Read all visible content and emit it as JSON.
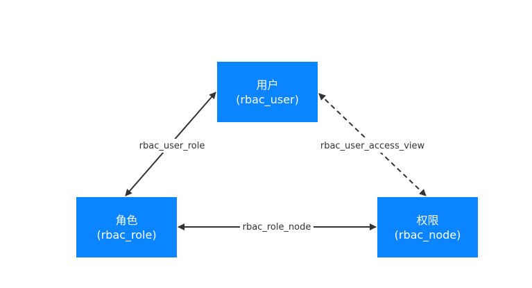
{
  "colors": {
    "node_fill": "#0a84ff",
    "node_text": "#ffffff",
    "edge": "#333333",
    "background": "#ffffff"
  },
  "nodes": {
    "user": {
      "title": "用户",
      "subtitle": "(rbac_user)"
    },
    "role": {
      "title": "角色",
      "subtitle": "(rbac_role)"
    },
    "permission": {
      "title": "权限",
      "subtitle": "(rbac_node)"
    }
  },
  "edges": {
    "user_role": {
      "label": "rbac_user_role",
      "style": "solid",
      "arrows": "both"
    },
    "user_access": {
      "label": "rbac_user_access_view",
      "style": "dashed",
      "arrows": "both"
    },
    "role_node": {
      "label": "rbac_role_node",
      "style": "solid",
      "arrows": "both"
    }
  }
}
